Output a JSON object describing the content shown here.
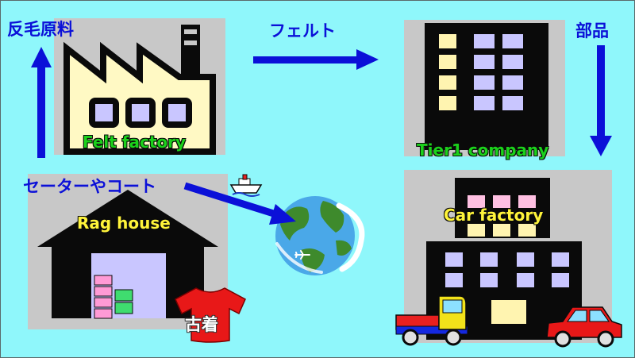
{
  "labels": {
    "raw_material": "反毛原料",
    "felt": "フェルト",
    "parts": "部品",
    "sweaters": "セーターやコート",
    "felt_factory": "Felt factory",
    "tier1": "Tier1 company",
    "rag_house": "Rag house",
    "car_factory": "Car factory",
    "used_clothes": "古着"
  },
  "colors": {
    "background": "#8ff7fb",
    "arrow": "#0b10d8",
    "panel": "#c8c8c8",
    "building": "#0a0a0a",
    "window": "#c9c6ff",
    "window_warm": "#fff4b0",
    "factory_body": "#fff9c4",
    "label_green": "#1bd11b",
    "label_yellow": "#fff43a"
  },
  "icons": [
    "factory-icon",
    "office-building-icon",
    "warehouse-icon",
    "car-factory-icon",
    "globe-icon",
    "ship-icon",
    "airplane-icon",
    "t-shirt-icon",
    "truck-icon",
    "car-icon"
  ]
}
